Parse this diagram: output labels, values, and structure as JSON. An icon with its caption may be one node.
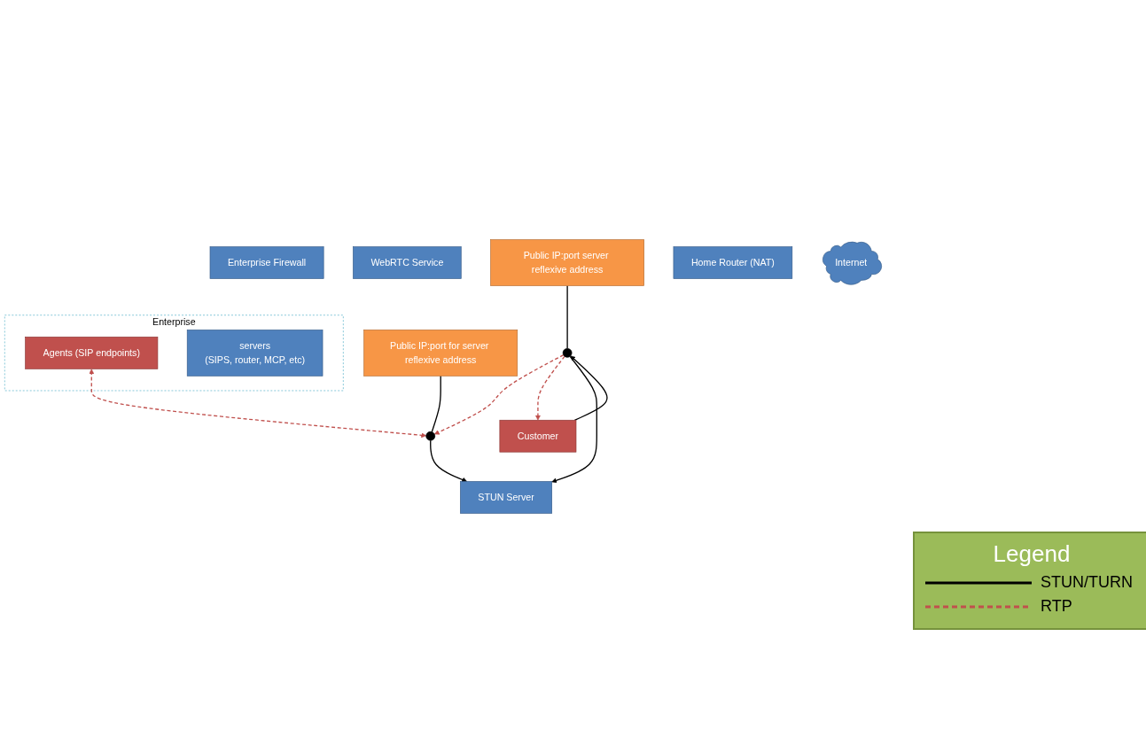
{
  "diagram": {
    "nodes": [
      {
        "text": [
          "Enterprise"
        ]
      },
      {
        "text": [
          "Agents (SIP endpoints)"
        ],
        "in": 0
      },
      {
        "text": [
          "servers",
          "(SIPS, router, MCP, etc)"
        ],
        "in": 0
      },
      {
        "text": [
          "Enterprise Firewall"
        ]
      },
      {
        "text": [
          "WebRTC Service"
        ]
      },
      {
        "text": [
          "Public IP:port server reflexive address"
        ]
      },
      {
        "text": [
          "Home Router (NAT)"
        ]
      },
      {
        "text": [],
        "shape": "circle"
      },
      {
        "text": [],
        "shape": "circle"
      },
      {
        "text": [
          "Public IP:port for server reflexive address"
        ]
      },
      {
        "text": [
          "Internet"
        ]
      },
      {
        "text": [
          "STUN Server"
        ]
      },
      {
        "text": [
          "Customer"
        ]
      }
    ],
    "edges": [
      {
        "from": 1,
        "to": 8,
        "arrow": "both",
        "style": "dashed",
        "color": "#c0504d"
      },
      {
        "from": 7,
        "to": 8,
        "arrow": "to",
        "style": "dashed",
        "color": "#c0504d"
      },
      {
        "from": 7,
        "to": 12,
        "arrow": "to",
        "style": "dashed",
        "color": "#c0504d"
      },
      {
        "from": 12,
        "to": 7,
        "arrow": "to"
      },
      {
        "from": 7,
        "to": 11,
        "arrow": "to"
      },
      {
        "from": 8,
        "to": 11,
        "arrow": "to"
      },
      {
        "from": 5,
        "to": 7,
        "arrow": "none"
      },
      {
        "from": 9,
        "to": 8,
        "arrow": "none"
      }
    ],
    "labels": [
      "Legend"
    ],
    "legend": [
      {
        "text": "STUN/TURN"
      },
      {
        "text": "RTP"
      }
    ]
  }
}
